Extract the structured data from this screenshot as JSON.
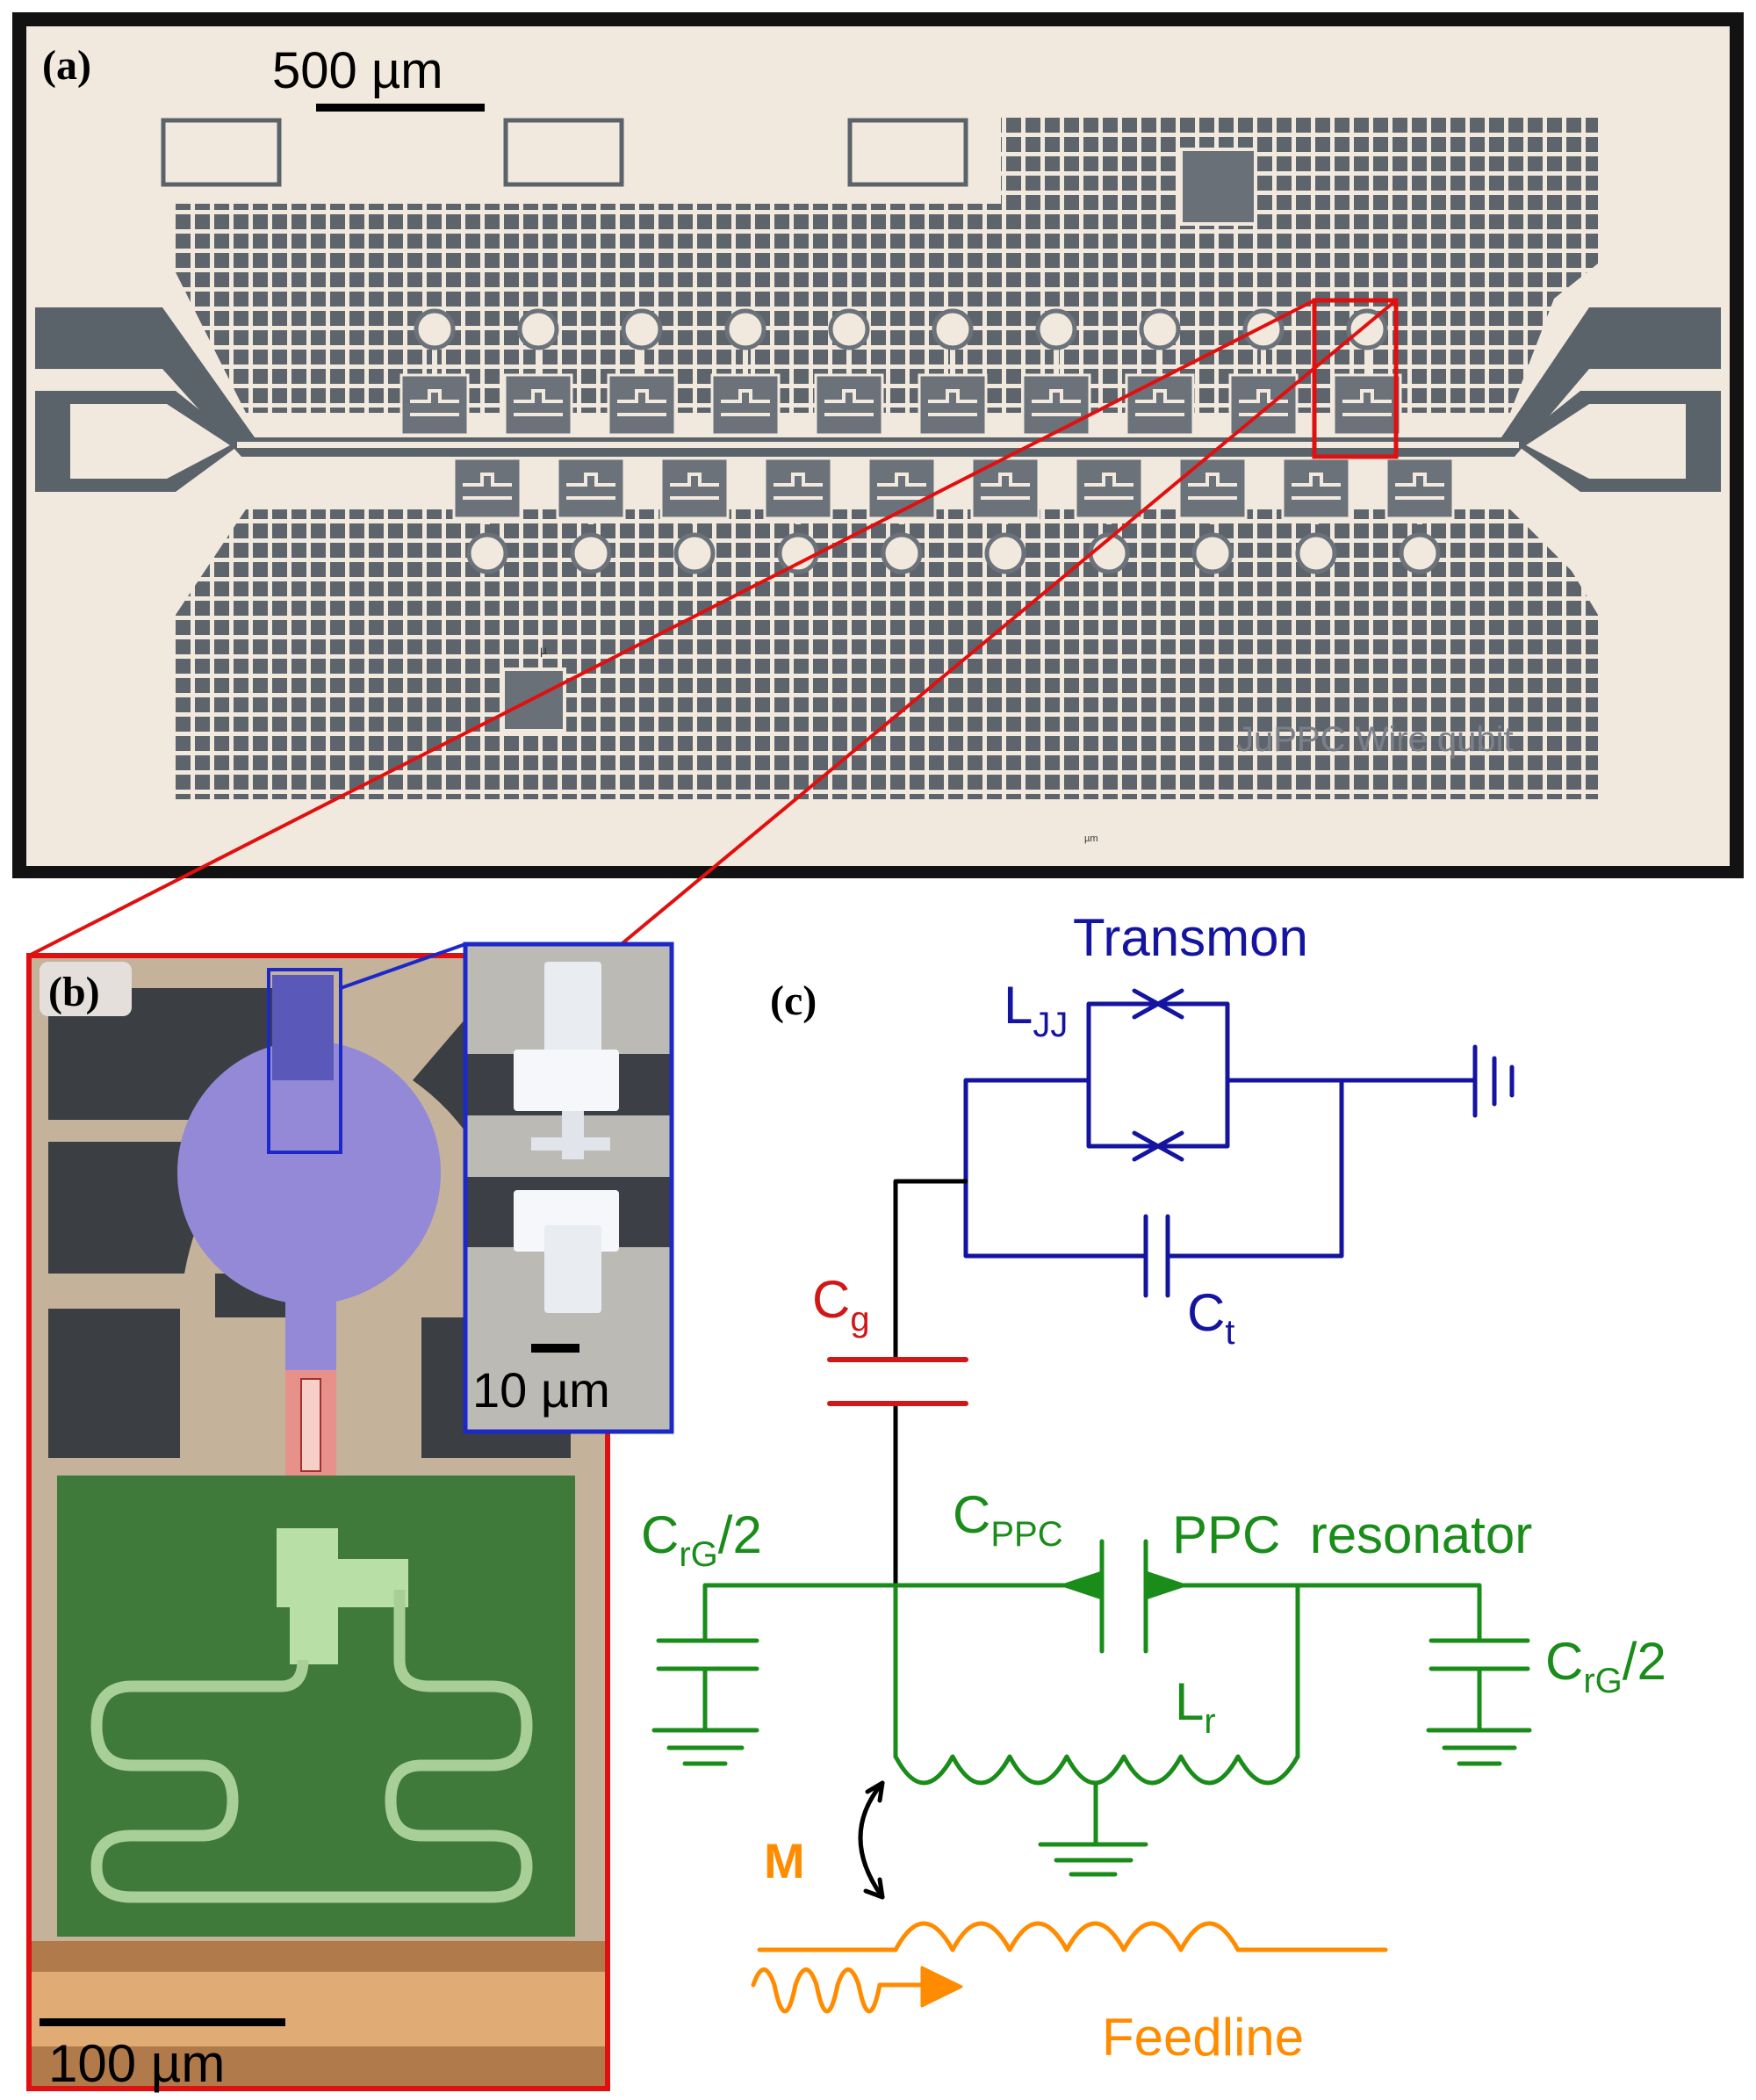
{
  "panel_a": {
    "label": "(a)",
    "scale_bar": "500  µm",
    "chip_name": "JuPPC Wire qubit",
    "tiny_mark_1": "µ",
    "tiny_mark_2": "µm",
    "resonator_count_top": 10,
    "resonator_count_bottom": 10
  },
  "panel_b": {
    "label": "(b)",
    "scale_bar": "100 µm",
    "inset_scale_bar": "10 µm"
  },
  "panel_c": {
    "label": "(c)",
    "transmon_label": "Transmon",
    "ljj": {
      "main": "L",
      "sub": "JJ"
    },
    "ct": {
      "main": "C",
      "sub": "t"
    },
    "cg": {
      "main": "C",
      "sub": "g"
    },
    "crg_left": {
      "main": "C",
      "sub": "rG",
      "tail": "/2"
    },
    "crg_right": {
      "main": "C",
      "sub": "rG",
      "tail": "/2"
    },
    "cppc": {
      "main": "C",
      "sub": "PPC"
    },
    "ppc_resonator": "PPC  resonator",
    "lr": {
      "main": "L",
      "sub": "r"
    },
    "m_label": "M",
    "feedline_label": "Feedline"
  },
  "colors": {
    "transmon": "#1414a0",
    "coupling": "#d01818",
    "resonator": "#1a8c1a",
    "feedline": "#ff8c00",
    "highlight_box": "#e01010",
    "inset_box": "#1c28c8",
    "chip_bg": "#f2e9de",
    "chip_dark": "#5a626a"
  }
}
